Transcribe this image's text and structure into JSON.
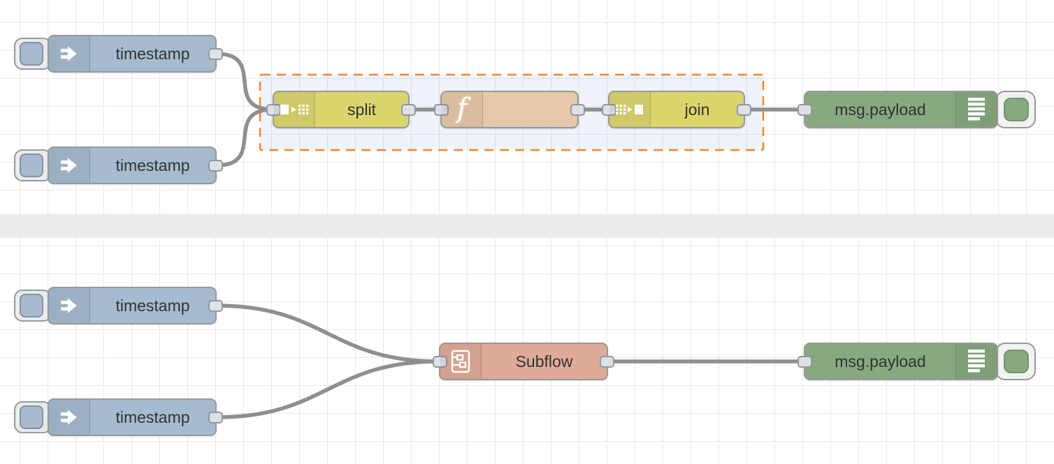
{
  "editor": {
    "app": "Node-RED flow editor workspace",
    "divider": "flow separator band"
  },
  "colors": {
    "inject_node": "#a6bbcf",
    "split_join_node": "#dcd56d",
    "function_node": "#e7c8a8",
    "subflow_node": "#dfab99",
    "debug_node": "#87a980",
    "node_border": "#999999",
    "wire": "#8f8f8f",
    "group_border": "#f2862e",
    "group_fill": "#e9f1fa",
    "grid_line": "#e9e9e9",
    "divider_band": "#ebebeb"
  },
  "nodes": {
    "inject_top_1": {
      "type": "inject",
      "label": "timestamp"
    },
    "inject_top_2": {
      "type": "inject",
      "label": "timestamp"
    },
    "split": {
      "type": "split",
      "label": "split"
    },
    "function_1": {
      "type": "function",
      "label": "",
      "icon_glyph": "f"
    },
    "join": {
      "type": "join",
      "label": "join"
    },
    "debug_top": {
      "type": "debug",
      "label": "msg.payload"
    },
    "inject_bottom_1": {
      "type": "inject",
      "label": "timestamp"
    },
    "inject_bottom_2": {
      "type": "inject",
      "label": "timestamp"
    },
    "subflow_1": {
      "type": "subflow",
      "label": "Subflow"
    },
    "debug_bottom": {
      "type": "debug",
      "label": "msg.payload"
    }
  },
  "group": {
    "members": [
      "split",
      "function_1",
      "join"
    ],
    "selected": true
  },
  "connections": [
    {
      "from": "inject_top_1",
      "to": "split"
    },
    {
      "from": "inject_top_2",
      "to": "split"
    },
    {
      "from": "split",
      "to": "function_1"
    },
    {
      "from": "function_1",
      "to": "join"
    },
    {
      "from": "join",
      "to": "debug_top"
    },
    {
      "from": "inject_bottom_1",
      "to": "subflow_1"
    },
    {
      "from": "inject_bottom_2",
      "to": "subflow_1"
    },
    {
      "from": "subflow_1",
      "to": "debug_bottom"
    }
  ]
}
